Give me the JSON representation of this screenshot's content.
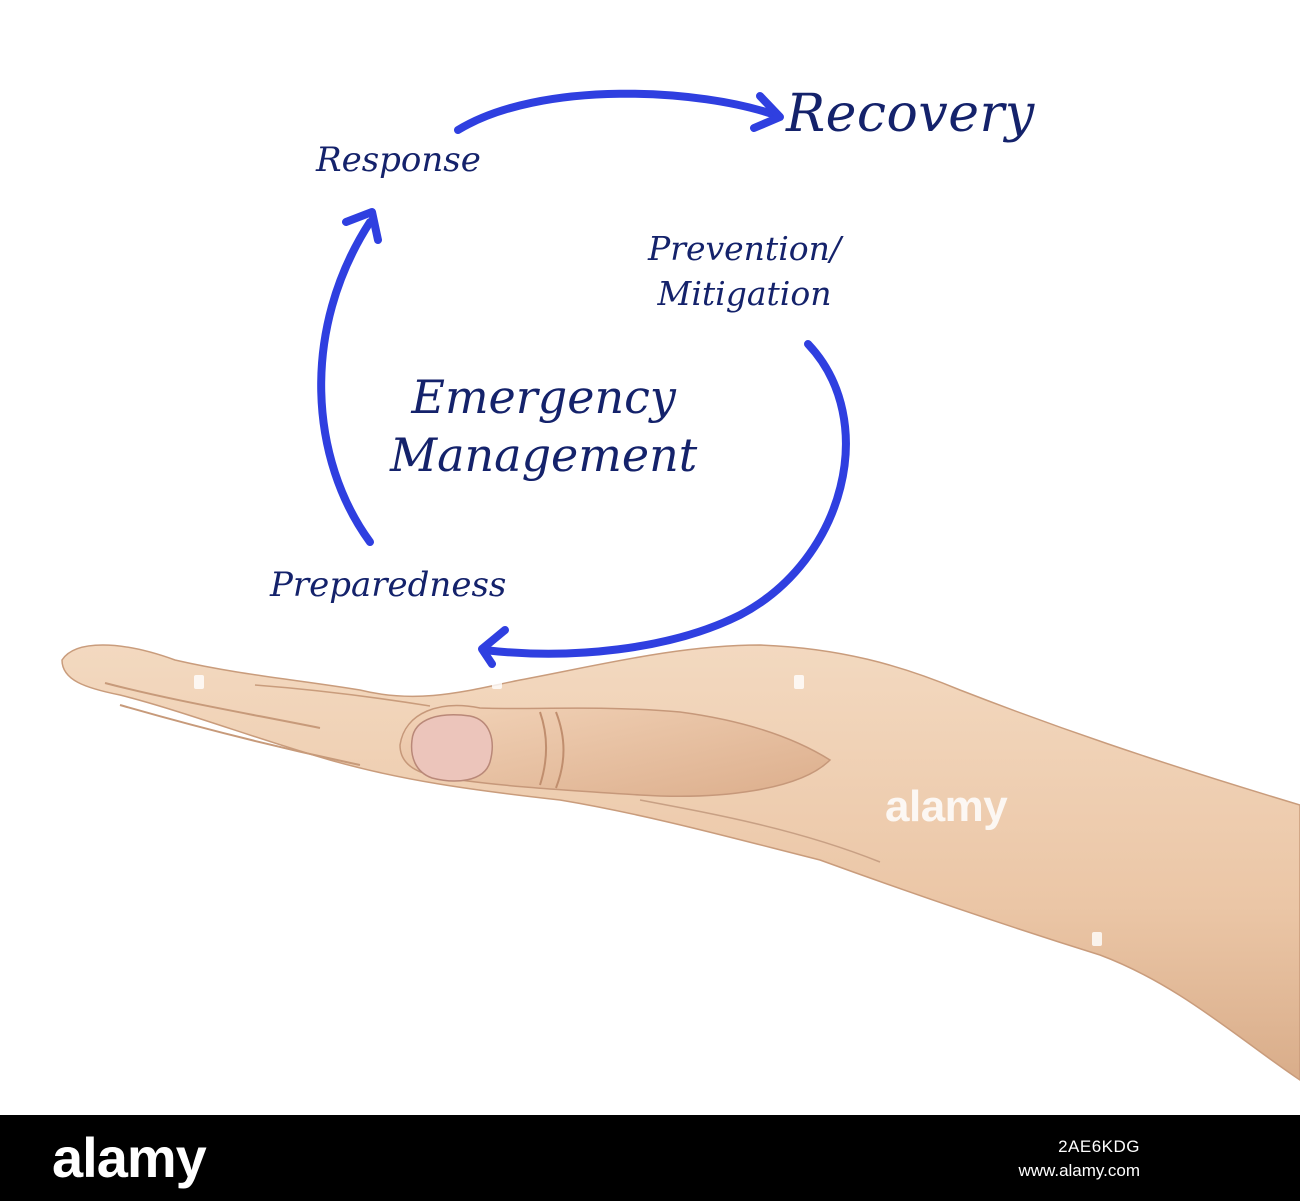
{
  "diagram": {
    "title": "Emergency Management",
    "title_lines": [
      "Emergency",
      "Management"
    ],
    "stages": {
      "recovery": "Recovery",
      "response": "Response",
      "prevention_lines": [
        "Prevention/",
        "Mitigation"
      ],
      "preparedness": "Preparedness"
    },
    "colors": {
      "arrow": "#2f3fe0",
      "text": "#14226b",
      "skin": "#efd0b3"
    }
  },
  "watermark": {
    "overlay": "alamy",
    "footer_logo": "alamy",
    "image_id": "2AE6KDG",
    "url": "www.alamy.com"
  }
}
